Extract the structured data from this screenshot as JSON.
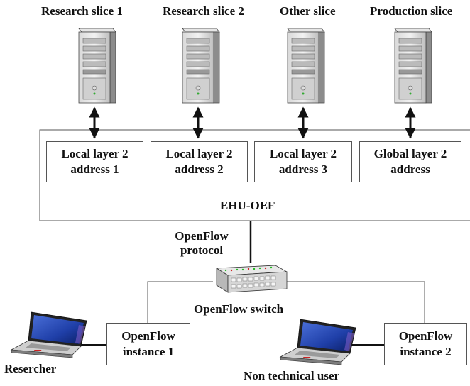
{
  "slices": [
    {
      "label": "Research slice 1",
      "address_line1": "Local layer 2",
      "address_line2": "address 1"
    },
    {
      "label": "Research slice 2",
      "address_line1": "Local layer 2",
      "address_line2": "address 2"
    },
    {
      "label": "Other slice",
      "address_line1": "Local layer 2",
      "address_line2": "address 3"
    },
    {
      "label": "Production slice",
      "address_line1": "Global layer 2",
      "address_line2": "address"
    }
  ],
  "ehu_label": "EHU-OEF",
  "protocol_line1": "OpenFlow",
  "protocol_line2": "protocol",
  "switch_label": "OpenFlow switch",
  "instances": [
    {
      "line1": "OpenFlow",
      "line2": "instance 1"
    },
    {
      "line1": "OpenFlow",
      "line2": "instance 2"
    }
  ],
  "users": [
    "Resercher",
    "Non technical user"
  ]
}
